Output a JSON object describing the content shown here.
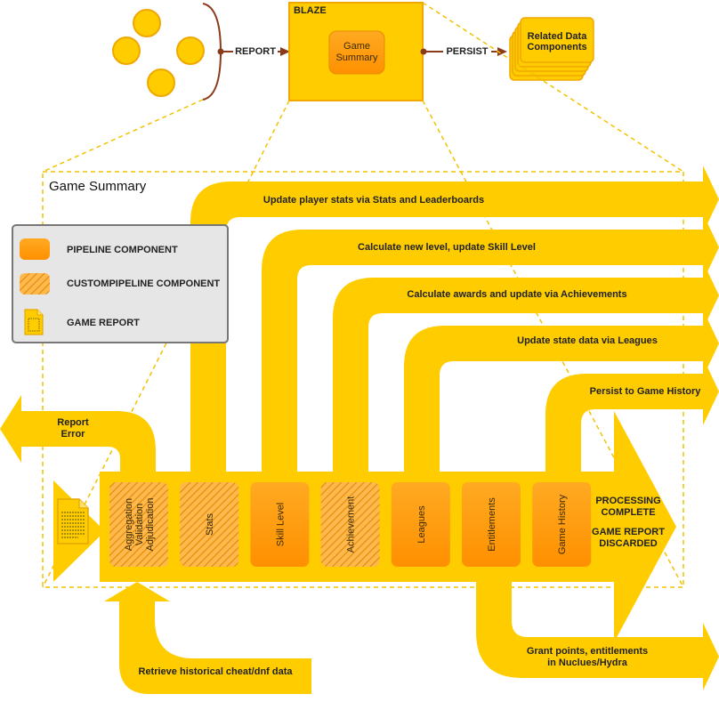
{
  "colors": {
    "flow": "#FFCC00",
    "node": "#FF9900",
    "node_light": "#FFB300",
    "dark_line": "#8B3A1A",
    "legend_bg": "#E6E6E6",
    "legend_border": "#777777",
    "dashed": "#F2C200"
  },
  "top": {
    "report_label": "REPORT",
    "persist_label": "PERSIST",
    "blaze_title": "BLAZE",
    "game_summary_box": "Game\nSummary",
    "related_data": "Related Data\nComponents"
  },
  "main_title": "Game Summary",
  "legend": {
    "items": [
      {
        "label": "PIPELINE COMPONENT"
      },
      {
        "label": "CUSTOMPIPELINE COMPONENT"
      },
      {
        "label": "GAME REPORT"
      }
    ]
  },
  "flows": [
    {
      "label": "Update player stats via Stats and Leaderboards"
    },
    {
      "label": "Calculate new level, update Skill Level"
    },
    {
      "label": "Calculate awards and update via Achievements"
    },
    {
      "label": "Update state data via Leagues"
    },
    {
      "label": "Persist to Game History"
    }
  ],
  "report_error": "Report\nError",
  "stages": [
    {
      "label": "Aggregation\nValidation\nAdjudication",
      "custom": true
    },
    {
      "label": "Stats",
      "custom": true
    },
    {
      "label": "Skill Level",
      "custom": false
    },
    {
      "label": "Achievement",
      "custom": true
    },
    {
      "label": "Leagues",
      "custom": false
    },
    {
      "label": "Entitlements",
      "custom": false
    },
    {
      "label": "Game History",
      "custom": false
    }
  ],
  "processing_complete": "PROCESSING\nCOMPLETE",
  "report_discarded": "GAME REPORT\nDISCARDED",
  "retrieve_label": "Retrieve historical cheat/dnf data",
  "grant_label": "Grant points, entitlements\nin Nuclues/Hydra"
}
